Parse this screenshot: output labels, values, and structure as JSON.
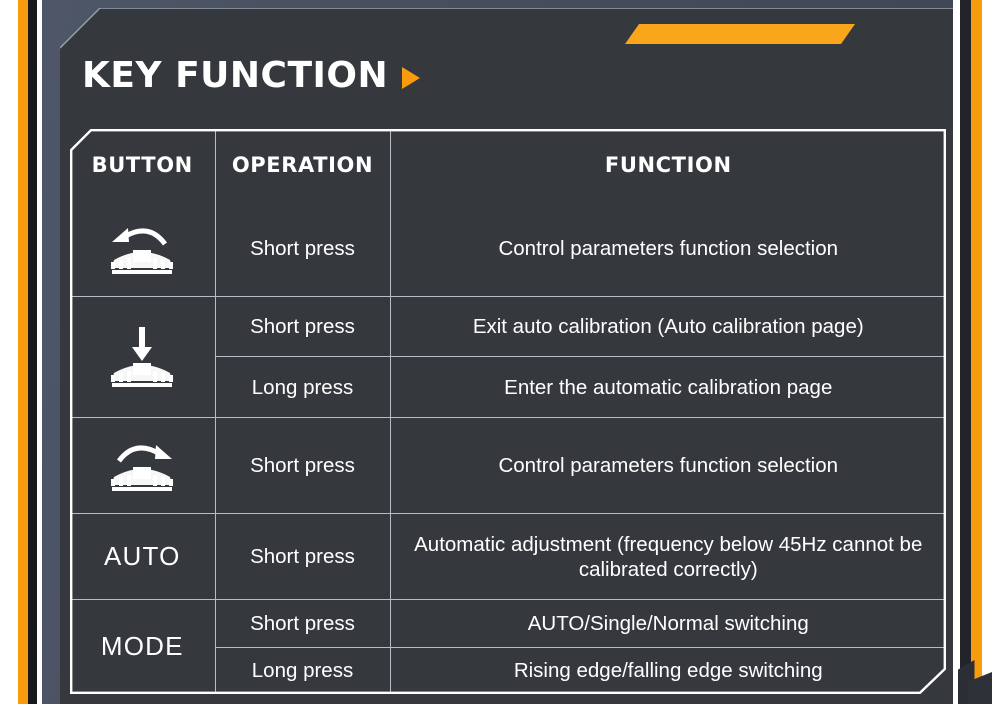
{
  "header": {
    "title": "KEY FUNCTION",
    "arrow_icon": "triangle-right-icon",
    "accent_color": "#faa61a"
  },
  "colors": {
    "orange": "#f89c0e",
    "accent": "#faa61a",
    "panel_bg": "#35383d",
    "frame_bg": "#4b5464",
    "text": "#ffffff",
    "grid_line": "#b9bcc2"
  },
  "table": {
    "columns": [
      "BUTTON",
      "OPERATION",
      "FUNCTION"
    ],
    "rows": [
      {
        "button": {
          "type": "icon",
          "icon": "knob-rotate-ccw-icon",
          "label": ""
        },
        "button_rowspan": 1,
        "operation": "Short press",
        "function": "Control parameters function selection"
      },
      {
        "button": {
          "type": "icon",
          "icon": "knob-press-down-icon",
          "label": ""
        },
        "button_rowspan": 2,
        "operation": "Short press",
        "function": "Exit auto calibration (Auto calibration page)"
      },
      {
        "button": null,
        "button_rowspan": 0,
        "operation": "Long press",
        "function": "Enter the automatic calibration page"
      },
      {
        "button": {
          "type": "icon",
          "icon": "knob-rotate-cw-icon",
          "label": ""
        },
        "button_rowspan": 1,
        "operation": "Short press",
        "function": "Control parameters function selection"
      },
      {
        "button": {
          "type": "text",
          "icon": "",
          "label": "AUTO"
        },
        "button_rowspan": 1,
        "operation": "Short press",
        "function": "Automatic adjustment (frequency below 45Hz cannot be calibrated correctly)"
      },
      {
        "button": {
          "type": "text",
          "icon": "",
          "label": "MODE"
        },
        "button_rowspan": 2,
        "operation": "Short press",
        "function": "AUTO/Single/Normal switching"
      },
      {
        "button": null,
        "button_rowspan": 0,
        "operation": "Long press",
        "function": "Rising edge/falling edge switching"
      }
    ]
  }
}
